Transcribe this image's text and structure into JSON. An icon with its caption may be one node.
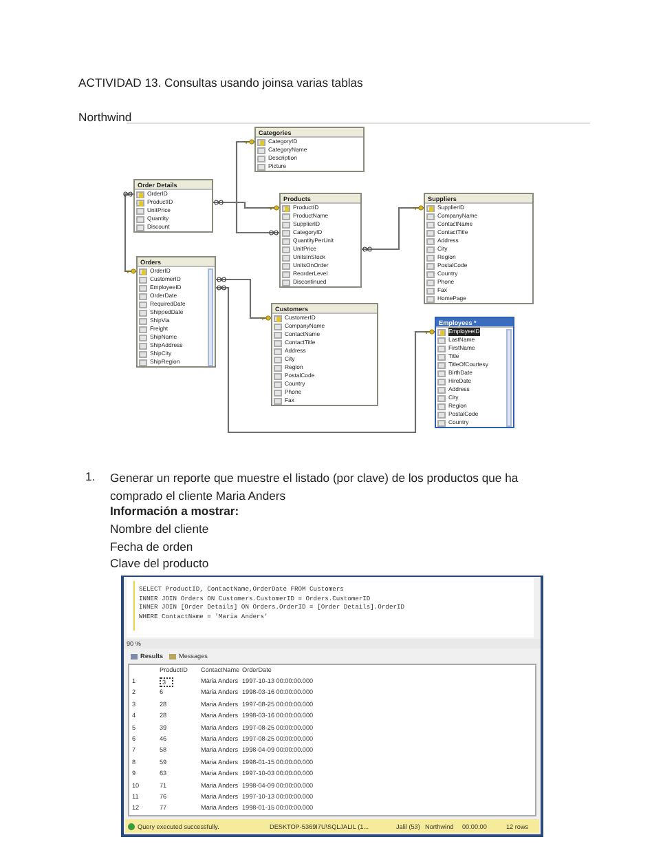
{
  "diagram": {
    "title": "ACTIVIDAD 13. Consultas  usando joinsa varias tablas",
    "nodes": [
      {
        "text": [
          "Categories",
          "CategoryID",
          "CategoryName",
          "Description",
          "Picture"
        ]
      },
      {
        "text": [
          "Order Details",
          "OrderID",
          "ProductID",
          "UnitPrice",
          "Quantity",
          "Discount"
        ]
      },
      {
        "text": [
          "Products",
          "ProductID",
          "ProductName",
          "SupplierID",
          "CategoryID",
          "QuantityPerUnit",
          "UnitPrice",
          "UnitsInStock",
          "UnitsOnOrder",
          "ReorderLevel",
          "Discontinued"
        ]
      },
      {
        "text": [
          "Suppliers",
          "SupplierID",
          "CompanyName",
          "ContactName",
          "ContactTitle",
          "Address",
          "City",
          "Region",
          "PostalCode",
          "Country",
          "Phone",
          "Fax",
          "HomePage"
        ]
      },
      {
        "text": [
          "Orders",
          "OrderID",
          "CustomerID",
          "EmployeeID",
          "OrderDate",
          "RequiredDate",
          "ShippedDate",
          "ShipVia",
          "Freight",
          "ShipName",
          "ShipAddress",
          "ShipCity",
          "ShipRegion"
        ]
      },
      {
        "text": [
          "Customers",
          "CustomerID",
          "CompanyName",
          "ContactName",
          "ContactTitle",
          "Address",
          "City",
          "Region",
          "PostalCode",
          "Country",
          "Phone",
          "Fax"
        ]
      },
      {
        "text": [
          "Employees *",
          "EmployeeID",
          "LastName",
          "FirstName",
          "Title",
          "TitleOfCourtesy",
          "BirthDate",
          "HireDate",
          "Address",
          "City",
          "Region",
          "PostalCode",
          "Country"
        ]
      }
    ],
    "edges": [
      {
        "from": 1,
        "to": 2,
        "arrow": "other"
      },
      {
        "from": 2,
        "to": 0,
        "arrow": "other"
      },
      {
        "from": 2,
        "to": 3,
        "arrow": "other"
      },
      {
        "from": 4,
        "to": 5,
        "arrow": "other"
      },
      {
        "from": 4,
        "to": 6,
        "arrow": "other"
      },
      {
        "from": 1,
        "to": 4,
        "arrow": "other"
      }
    ],
    "labels": [
      "Northwind",
      "1.",
      "Generar un reporte que muestre el listado (por clave) de los productos que ha comprado el cliente Maria Anders",
      "Información a mostrar:",
      "Nombre del cliente",
      "Fecha de orden",
      "Clave del producto",
      "SELECT ProductID, ContactName,OrderDate FROM Customers",
      "INNER JOIN Orders ON Customers.CustomerID = Orders.CustomerID",
      "INNER JOIN [Order Details] ON Orders.OrderID = [Order Details].OrderID",
      "WHERE ContactName = 'Maria Anders'",
      "90 %",
      "Results",
      "Messages",
      "ProductID",
      "ContactName",
      "OrderDate",
      "1",
      "3",
      "Maria Anders",
      "1997-10-13 00:00:00.000",
      "2",
      "6",
      "Maria Anders",
      "1998-03-16 00:00:00.000",
      "3",
      "28",
      "Maria Anders",
      "1997-08-25 00:00:00.000",
      "4",
      "28",
      "Maria Anders",
      "1998-03-16 00:00:00.000",
      "5",
      "39",
      "Maria Anders",
      "1997-08-25 00:00:00.000",
      "6",
      "46",
      "Maria Anders",
      "1997-08-25 00:00:00.000",
      "7",
      "58",
      "Maria Anders",
      "1998-04-09 00:00:00.000",
      "8",
      "59",
      "Maria Anders",
      "1998-01-15 00:00:00.000",
      "9",
      "63",
      "Maria Anders",
      "1997-10-03 00:00:00.000",
      "10",
      "71",
      "Maria Anders",
      "1998-04-09 00:00:00.000",
      "11",
      "76",
      "Maria Anders",
      "1997-10-13 00:00:00.000",
      "12",
      "77",
      "Maria Anders",
      "1998-01-15 00:00:00.000",
      "Query executed successfully.",
      "DESKTOP-5369I7U\\SQLJALIL (1...",
      "Jalil (53)",
      "Northwind",
      "00:00:00",
      "12 rows"
    ]
  }
}
